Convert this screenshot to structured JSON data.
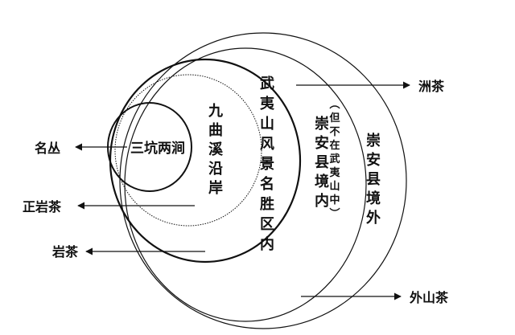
{
  "diagram": {
    "rings": {
      "core": "三坑两涧",
      "ring2": [
        "九",
        "曲",
        "溪",
        "沿",
        "岸"
      ],
      "ring3": [
        "武",
        "夷",
        "山",
        "风",
        "景",
        "名",
        "胜",
        "区",
        "内"
      ],
      "ring4_note": [
        "（",
        "但",
        "不",
        "在",
        "武",
        "夷",
        "山",
        "中",
        "）"
      ],
      "ring4": [
        "崇",
        "安",
        "县",
        "境",
        "内"
      ],
      "ring5": [
        "崇",
        "安",
        "县",
        "境",
        "外"
      ]
    },
    "outputs": {
      "mingcong": "名丛",
      "zhengyancha": "正岩茶",
      "yancha": "岩茶",
      "zhoucha": "洲茶",
      "waishancha": "外山茶"
    },
    "colors": {
      "ink": "#111111",
      "background": "#ffffff"
    }
  }
}
